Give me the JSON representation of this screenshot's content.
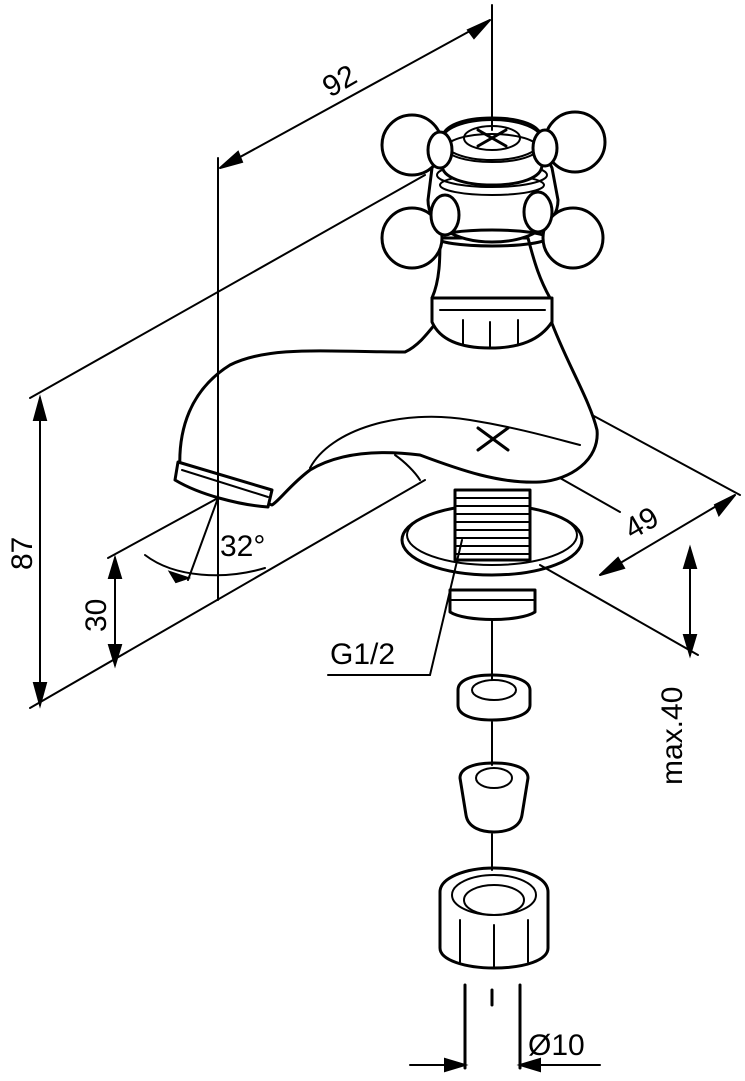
{
  "diagram": {
    "dimensions": {
      "width_top": "92",
      "height_total": "87",
      "spout_height": "30",
      "spout_angle": "32°",
      "depth": "49",
      "thread": "G1/2",
      "max_thickness": "max.40",
      "pipe_diameter": "Ø10"
    }
  }
}
